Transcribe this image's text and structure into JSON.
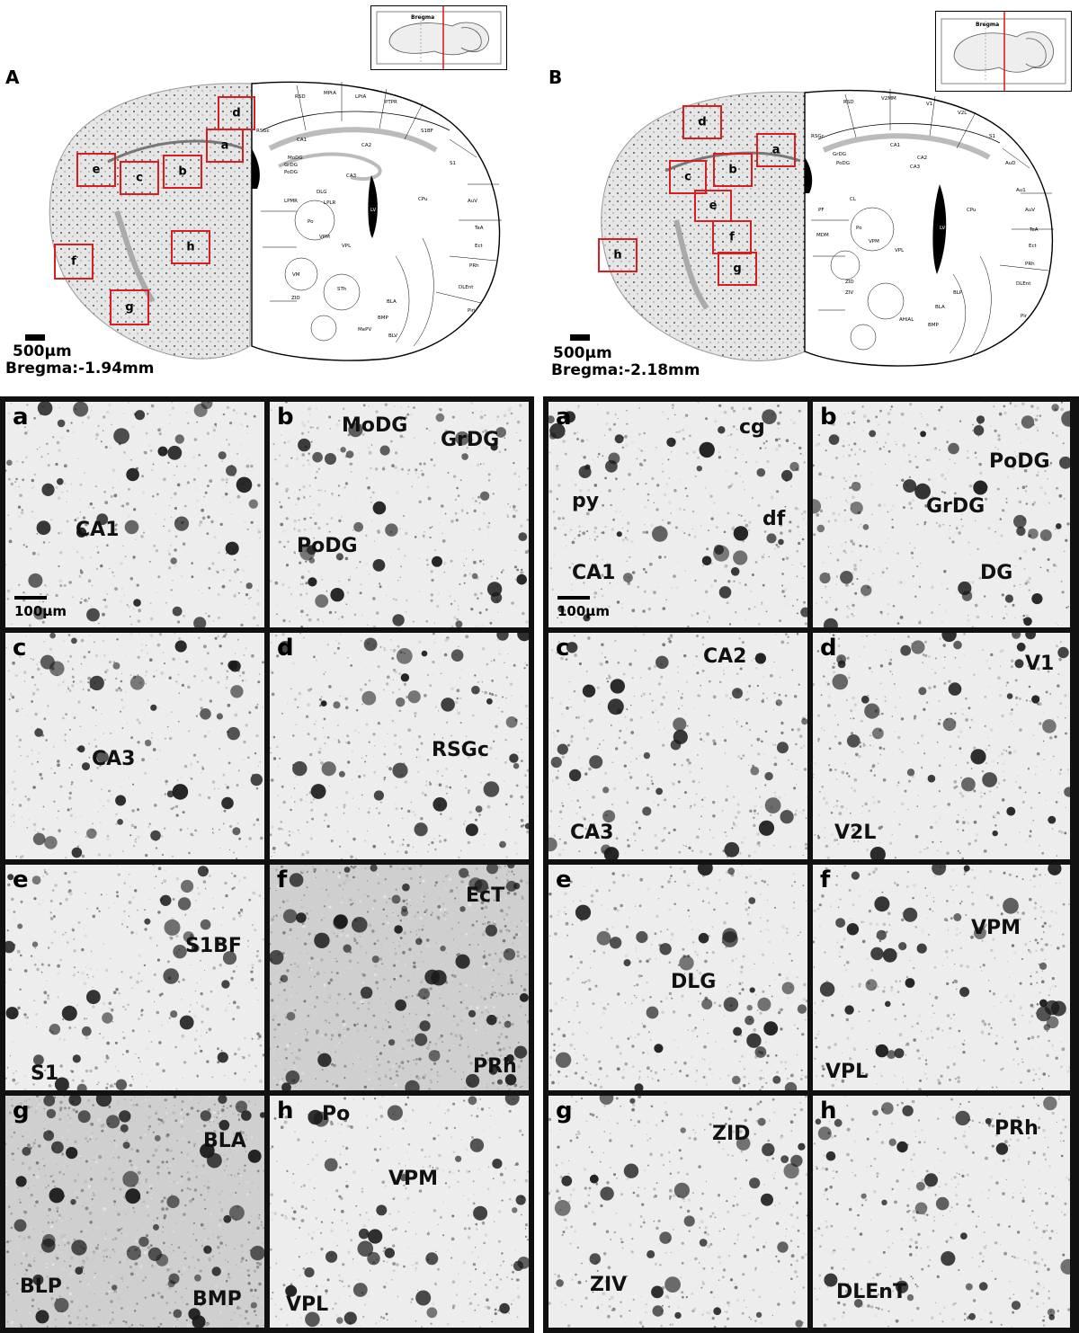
{
  "figure": {
    "panelA": {
      "label": "A",
      "scale": "500μm",
      "bregma": "Bregma:-1.94mm",
      "inset_title": "Bregma",
      "rois": [
        "a",
        "b",
        "c",
        "d",
        "e",
        "f",
        "g",
        "h"
      ]
    },
    "panelB": {
      "label": "B",
      "scale": "500μm",
      "bregma": "Bregma:-2.18mm",
      "inset_title": "Bregma",
      "rois": [
        "a",
        "b",
        "c",
        "d",
        "e",
        "f",
        "g",
        "h"
      ]
    },
    "atlas_labels_A": [
      "RSD",
      "MPtA",
      "LPtA",
      "PTPR",
      "S1BF",
      "S1",
      "AuV",
      "TeA",
      "Ect",
      "PRh",
      "DLEnt",
      "CA1",
      "CA2",
      "CA3",
      "MoDG",
      "GrDG",
      "PoDG",
      "DLG",
      "LPMR",
      "LPLR",
      "Po",
      "VPM",
      "VPL",
      "VM",
      "ZID",
      "STh",
      "BLA",
      "BMP",
      "BLV",
      "MePV",
      "CPu",
      "LV",
      "RSGc",
      "Piri"
    ],
    "atlas_labels_B": [
      "RSD",
      "V2MM",
      "V1",
      "V2L",
      "S1",
      "AuD",
      "Au1",
      "AuV",
      "TeA",
      "Ect",
      "PRh",
      "DLEnt",
      "CA1",
      "CA2",
      "CA3",
      "PoDG",
      "GrDG",
      "Po",
      "VPM",
      "VPL",
      "PF",
      "MDM",
      "CL",
      "ZIV",
      "ZID",
      "BLA",
      "BLP",
      "BMP",
      "AHiAL",
      "CPu",
      "LV",
      "RSGc",
      "Pir"
    ]
  },
  "tiles_A": [
    {
      "letter": "a",
      "labels": [
        "CA1"
      ],
      "scale": "100μm"
    },
    {
      "letter": "b",
      "labels": [
        "MoDG",
        "GrDG",
        "PoDG"
      ]
    },
    {
      "letter": "c",
      "labels": [
        "CA3"
      ]
    },
    {
      "letter": "d",
      "labels": [
        "RSGc"
      ]
    },
    {
      "letter": "e",
      "labels": [
        "S1BF",
        "S1"
      ]
    },
    {
      "letter": "f",
      "labels": [
        "EcT",
        "PRh"
      ]
    },
    {
      "letter": "g",
      "labels": [
        "BLA",
        "BLP",
        "BMP"
      ]
    },
    {
      "letter": "h",
      "labels": [
        "Po",
        "VPM",
        "VPL"
      ]
    }
  ],
  "tiles_B": [
    {
      "letter": "a",
      "labels": [
        "cg",
        "py",
        "df",
        "CA1"
      ],
      "scale": "100μm"
    },
    {
      "letter": "b",
      "labels": [
        "PoDG",
        "GrDG",
        "DG"
      ]
    },
    {
      "letter": "c",
      "labels": [
        "CA2",
        "CA3"
      ]
    },
    {
      "letter": "d",
      "labels": [
        "V1",
        "V2L"
      ]
    },
    {
      "letter": "e",
      "labels": [
        "DLG"
      ]
    },
    {
      "letter": "f",
      "labels": [
        "VPM",
        "VPL"
      ]
    },
    {
      "letter": "g",
      "labels": [
        "ZID",
        "ZIV"
      ]
    },
    {
      "letter": "h",
      "labels": [
        "PRh",
        "DLEnT"
      ]
    }
  ]
}
